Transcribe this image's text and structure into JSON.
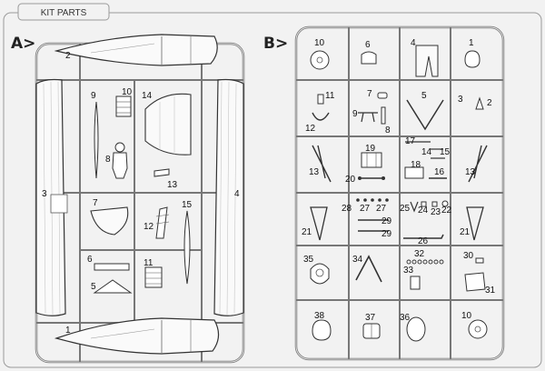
{
  "title": "KIT PARTS",
  "sprue_a": {
    "label": "A>",
    "part_numbers": [
      "1",
      "2",
      "3",
      "4",
      "5",
      "6",
      "7",
      "8",
      "9",
      "10",
      "11",
      "12",
      "13",
      "14",
      "15"
    ]
  },
  "sprue_b": {
    "label": "B>",
    "part_numbers": [
      "1",
      "2",
      "3",
      "4",
      "5",
      "6",
      "7",
      "8",
      "9",
      "10",
      "10",
      "11",
      "12",
      "13",
      "13",
      "14",
      "15",
      "16",
      "17",
      "18",
      "19",
      "20",
      "21",
      "21",
      "22",
      "23",
      "24",
      "25",
      "26",
      "27",
      "27",
      "28",
      "29",
      "29",
      "30",
      "31",
      "32",
      "33",
      "34",
      "35",
      "36",
      "37",
      "38"
    ]
  }
}
